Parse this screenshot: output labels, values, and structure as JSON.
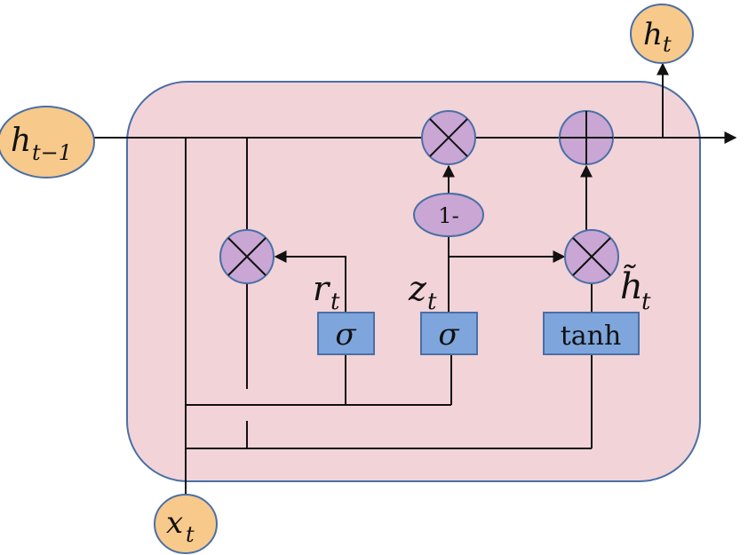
{
  "labels": {
    "h_prev": "h",
    "h_prev_sub": "t−1",
    "h_out": "h",
    "h_out_sub": "t",
    "x_in": "x",
    "x_in_sub": "t",
    "r_gate": "r",
    "r_gate_sub": "t",
    "z_gate": "z",
    "z_gate_sub": "t",
    "h_cand": "h̃",
    "h_cand_sub": "t"
  },
  "gates": {
    "reset_sigma": "σ",
    "update_sigma": "σ",
    "candidate_tanh": "tanh",
    "one_minus": "1-"
  },
  "colors": {
    "cell_fill": "#f2d3d8",
    "cell_stroke": "#4a6fa5",
    "io_node_fill": "#f7c98b",
    "op_node_fill": "#c9a6d4",
    "op_node_stroke": "#4a6fa5",
    "gate_box_fill": "#7ea6dc",
    "gate_box_stroke": "#4a6fa5"
  },
  "icons": {
    "multiply": "circled-times-icon",
    "add": "circled-plus-icon"
  }
}
